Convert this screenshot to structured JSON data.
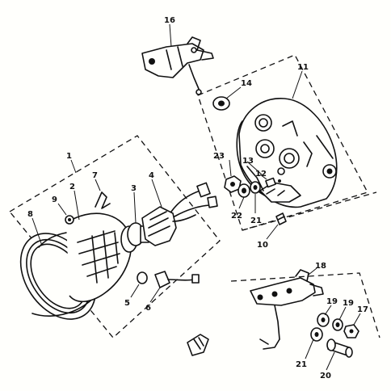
{
  "callouts": {
    "c1": "1",
    "c2": "2",
    "c3": "3",
    "c4": "4",
    "c5": "5",
    "c6": "6",
    "c7": "7",
    "c8": "8",
    "c9": "9",
    "c10": "10",
    "c11": "11",
    "c12": "12",
    "c13": "13",
    "c14": "14",
    "c16": "16",
    "c17": "17",
    "c18": "18",
    "c19a": "19",
    "c19b": "19",
    "c20": "20",
    "c21a": "21",
    "c21b": "21",
    "c22": "22",
    "c23": "23"
  }
}
